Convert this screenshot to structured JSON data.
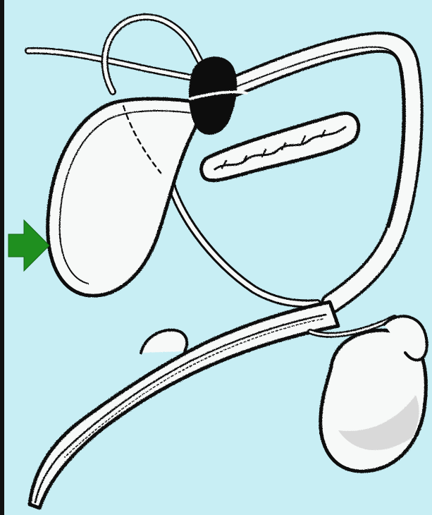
{
  "colors": {
    "background": "#c8eef4",
    "outline": "#111111",
    "organ_fill": "#f7f9f8",
    "shadow_fill": "#d9d9d9",
    "band": "#0d0d0d",
    "arrow": "#1f8f1f"
  },
  "diagram": {
    "structures": [
      "bladder",
      "ureter",
      "urethra",
      "seminal-vesicle",
      "vas-deferens",
      "testis",
      "constriction-band"
    ],
    "pointer": {
      "icon": "arrow-right-icon",
      "target": "bladder"
    }
  }
}
